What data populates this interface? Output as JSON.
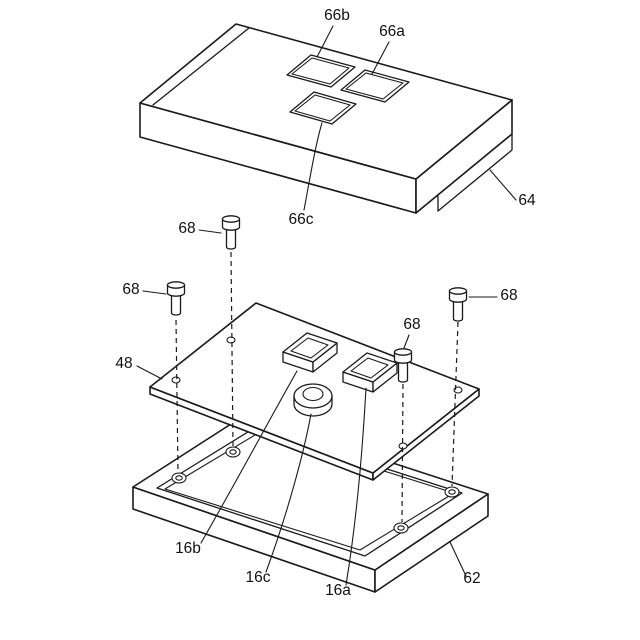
{
  "figure": {
    "background": "#ffffff",
    "ink": "#1a1a1a",
    "labels": {
      "cover": "64",
      "cover_opening_left": "66b",
      "cover_opening_right": "66a",
      "cover_opening_center": "66c",
      "screw": "68",
      "circuit_board": "48",
      "component_left": "16b",
      "component_center": "16c",
      "component_right": "16a",
      "base_tray": "62"
    }
  }
}
